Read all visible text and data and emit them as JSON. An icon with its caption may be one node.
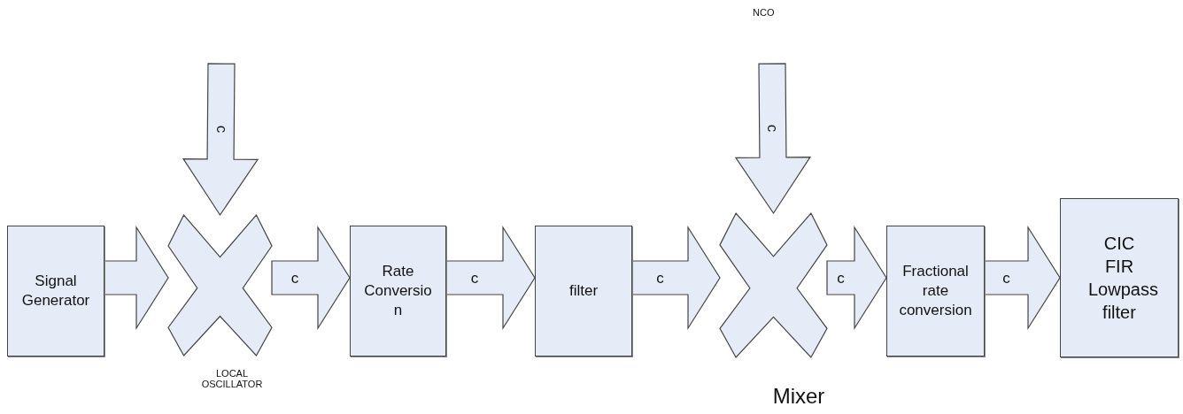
{
  "diagram": {
    "nodes": [
      {
        "text": [
          "Signal Generator"
        ]
      },
      {
        "text": [],
        "shape": "cross",
        "beside": [
          "LOCAL OSCILLATOR"
        ]
      },
      {
        "text": [
          "Rate Conversio n"
        ]
      },
      {
        "text": [
          "filter"
        ]
      },
      {
        "text": [],
        "shape": "cross",
        "beside": [
          "Mixer"
        ]
      },
      {
        "text": [
          "Fractional rate conversion"
        ]
      },
      {
        "text": [
          "CIC FIR Lowpass filter"
        ]
      }
    ],
    "edges": [
      {
        "from": 0,
        "to": 1,
        "arrow": "to"
      },
      {
        "from": 1,
        "to": 2,
        "arrow": "to",
        "label": "c"
      },
      {
        "from": 2,
        "to": 3,
        "arrow": "to",
        "label": "c"
      },
      {
        "from": 3,
        "to": 4,
        "arrow": "to",
        "label": "c"
      },
      {
        "from": 4,
        "to": 5,
        "arrow": "to",
        "label": "c"
      },
      {
        "from": 5,
        "to": 6,
        "arrow": "to",
        "label": "c"
      },
      {
        "from": null,
        "to": 1,
        "arrow": "to",
        "label": "c"
      },
      {
        "from": null,
        "to": 4,
        "arrow": "to",
        "label": "c"
      }
    ],
    "labels": [
      "NCO"
    ]
  }
}
